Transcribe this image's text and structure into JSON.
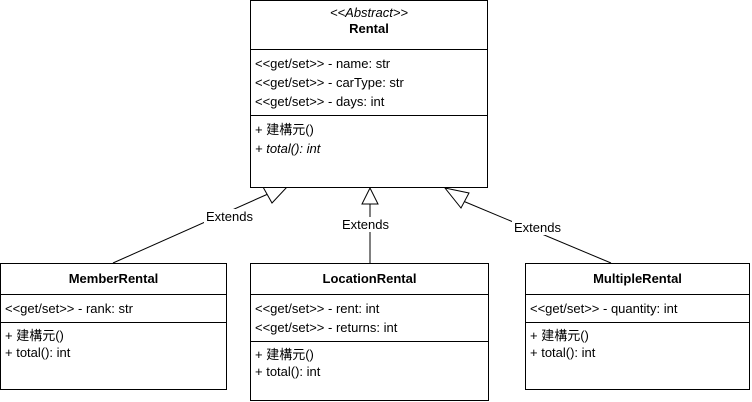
{
  "classes": {
    "rental": {
      "stereotype": "<<Abstract>>",
      "name": "Rental",
      "attributes": [
        "<<get/set>> - name: str",
        "<<get/set>> - carType: str",
        "<<get/set>> - days: int"
      ],
      "methods": [
        "+ 建構元()",
        "+ total(): int"
      ]
    },
    "member": {
      "name": "MemberRental",
      "attributes": [
        "<<get/set>> - rank: str"
      ],
      "methods": [
        "+ 建構元()",
        "+ total(): int"
      ]
    },
    "location": {
      "name": "LocationRental",
      "attributes": [
        "<<get/set>> - rent: int",
        "<<get/set>> - returns: int"
      ],
      "methods": [
        "+ 建構元()",
        "+ total(): int"
      ]
    },
    "multiple": {
      "name": "MultipleRental",
      "attributes": [
        "<<get/set>> - quantity: int"
      ],
      "methods": [
        "+ 建構元()",
        "+ total(): int"
      ]
    }
  },
  "relations": [
    {
      "from": "MemberRental",
      "to": "Rental",
      "label": "Extends"
    },
    {
      "from": "LocationRental",
      "to": "Rental",
      "label": "Extends"
    },
    {
      "from": "MultipleRental",
      "to": "Rental",
      "label": "Extends"
    }
  ]
}
